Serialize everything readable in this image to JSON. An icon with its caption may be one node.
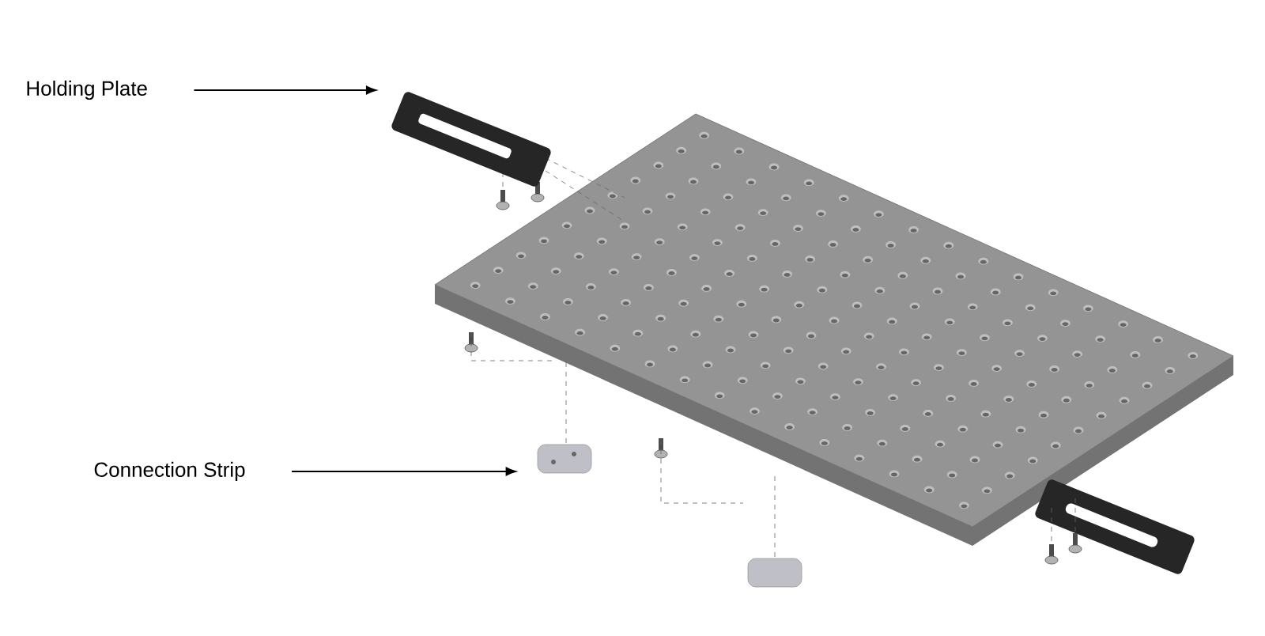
{
  "diagram": {
    "nodes": [
      {
        "text": [
          "Holding Plate"
        ]
      },
      {
        "text": [],
        "shape": "picture"
      },
      {
        "text": [
          "Connection Strip"
        ]
      },
      {
        "text": [],
        "shape": "picture"
      }
    ],
    "edges": [
      {
        "from": 0,
        "to": 1,
        "arrow": "to"
      },
      {
        "from": 2,
        "to": 3,
        "arrow": "to"
      }
    ]
  }
}
